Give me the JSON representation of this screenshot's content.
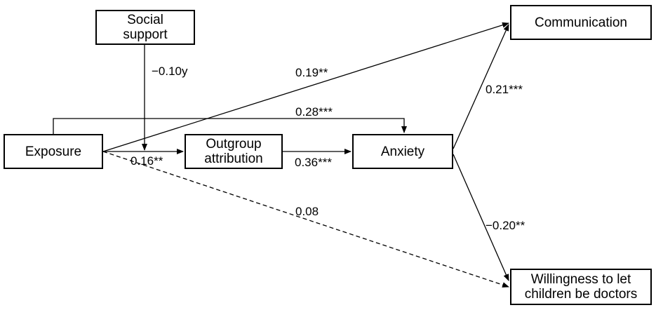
{
  "nodes": {
    "social_support": "Social\nsupport",
    "exposure": "Exposure",
    "outgroup_attribution": "Outgroup\nattribution",
    "anxiety": "Anxiety",
    "communication": "Communication",
    "willingness": "Willingness to let\nchildren be doctors"
  },
  "coefficients": {
    "social_support_moderation": "−0.10y",
    "exposure_to_communication": "0.19**",
    "exposure_to_anxiety": "0.28***",
    "exposure_to_outgroup": "0.16**",
    "outgroup_to_anxiety": "0.36***",
    "exposure_to_willingness": "0.08",
    "anxiety_to_communication": "0.21***",
    "anxiety_to_willingness": "−0.20**"
  },
  "paths": {
    "exposure_to_willingness_style": "dashed"
  }
}
